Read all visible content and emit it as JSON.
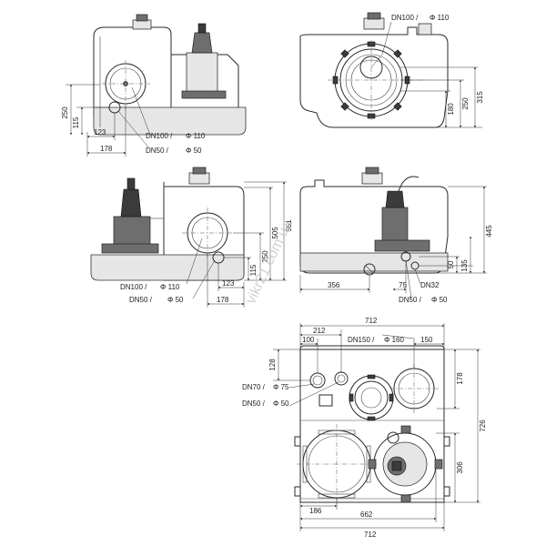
{
  "watermark": "vikr21.com.ua",
  "view_front_left": {
    "labels": {
      "dim_250": "250",
      "dim_115": "115",
      "dim_123": "123",
      "dim_178": "178",
      "pipe_dn100": "DN100 /",
      "pipe_d110": "Φ 110",
      "pipe_dn50": "DN50 /",
      "pipe_d50": "Φ 50"
    }
  },
  "view_side_right": {
    "labels": {
      "pipe_dn100": "DN100 /",
      "pipe_d110": "Φ 110",
      "dim_315": "315",
      "dim_250": "250",
      "dim_180": "180"
    }
  },
  "view_front_mirror": {
    "labels": {
      "dim_551": "551",
      "dim_505": "505",
      "dim_250": "250",
      "dim_115": "115",
      "dim_123": "123",
      "dim_178": "178",
      "pipe_dn100": "DN100 /",
      "pipe_d110": "Φ 110",
      "pipe_dn50": "DN50 /",
      "pipe_d50": "Φ 50"
    }
  },
  "view_side_left": {
    "labels": {
      "dim_445": "445",
      "dim_50": "50",
      "dim_135": "135",
      "dim_356": "356",
      "dim_75": "75",
      "pipe_dn32": "DN32",
      "pipe_dn50": "DN50 /",
      "pipe_d50": "Φ 50"
    }
  },
  "view_top": {
    "labels": {
      "dim_712_top": "712",
      "dim_212": "212",
      "dim_100": "100",
      "pipe_dn150": "DN150 /",
      "pipe_d160": "Φ 160",
      "dim_150": "150",
      "dim_128": "128",
      "dim_178": "178",
      "pipe_dn70": "DN70 /",
      "pipe_d75": "Φ 75",
      "pipe_dn50": "DN50 /",
      "pipe_d50": "Φ 50",
      "dim_726": "726",
      "dim_306": "306",
      "dim_186": "186",
      "dim_662": "662",
      "dim_712_bottom": "712"
    }
  }
}
